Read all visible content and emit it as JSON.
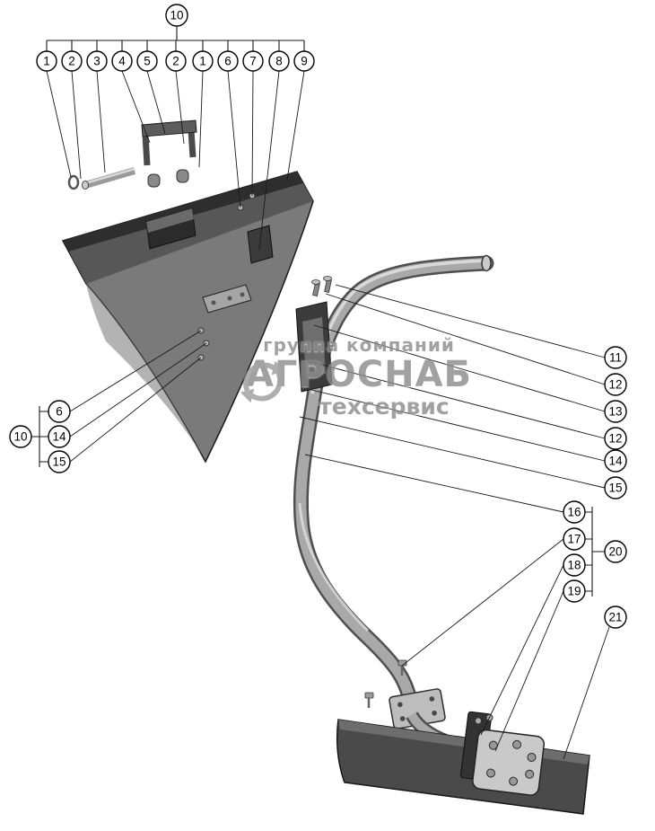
{
  "watermark": {
    "line1": "группа компаний",
    "line2": "АГРОСНАБ",
    "line3": "техсервис"
  },
  "callouts": {
    "top_group": "10",
    "top_row": [
      "1",
      "2",
      "3",
      "4",
      "5",
      "2",
      "1",
      "6",
      "7",
      "8",
      "9"
    ],
    "left_group": "10",
    "left_column": [
      "6",
      "14",
      "15"
    ],
    "right_column": [
      "11",
      "12",
      "13",
      "12",
      "14",
      "15"
    ],
    "lower_right_column": [
      "16",
      "17",
      "18",
      "19"
    ],
    "lower_right_group": "20",
    "bottom_right": "21"
  }
}
